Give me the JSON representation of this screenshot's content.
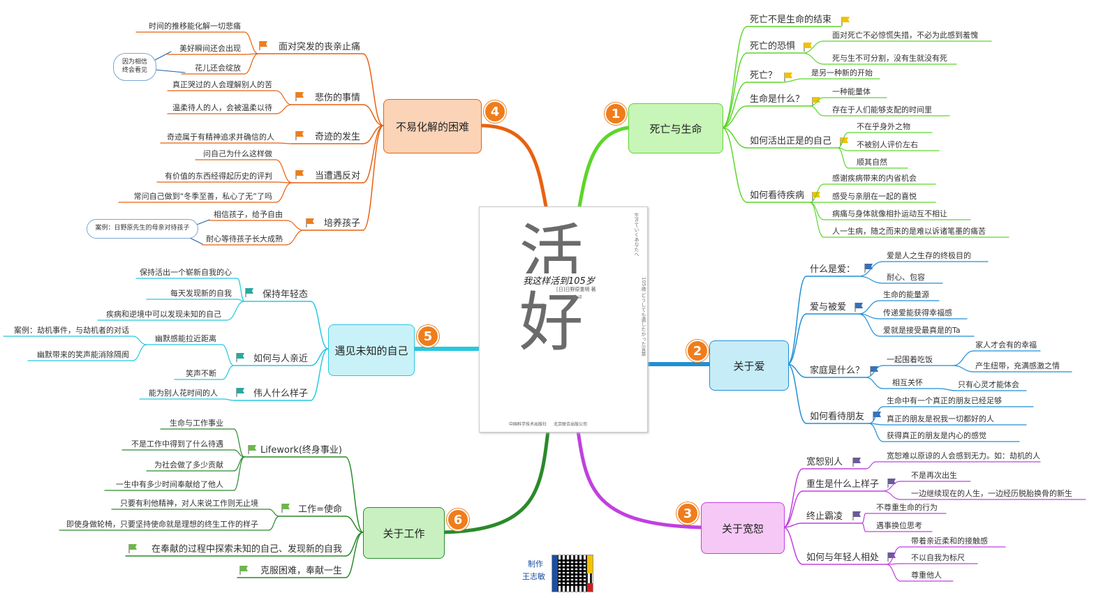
{
  "book": {
    "big_title": "活好",
    "subtitle": "我这样活到105岁",
    "author": "[日]日野原重明 著",
    "translator": "孙 燕 译",
    "vertical_left": "生きていくあなたへ",
    "vertical_right": "105歳 どうしても遺したかった言葉",
    "publisher_left": "中国科学技术出版社",
    "publisher_right": "北京联合出版公司"
  },
  "credit": {
    "line1": "制作",
    "line2": "王志敏"
  },
  "colors": {
    "b1": "#5cd62b",
    "b2": "#1f8fd6",
    "b3": "#c040e0",
    "b4": "#e8610f",
    "b5": "#27c8e0",
    "b6": "#2a8a2a",
    "badge": "#ef7d1c"
  },
  "branches": {
    "b1": {
      "num": "1",
      "title": "死亡与生命",
      "topics": [
        {
          "label": "死亡不是生命的结束",
          "children": []
        },
        {
          "label": "死亡的恐惧",
          "children": [
            "面对死亡不必惊慌失措，不必为此感到羞愧",
            "死与生不可分割，没有生就没有死"
          ]
        },
        {
          "label": "死亡？",
          "children": [
            "是另一种新的开始"
          ]
        },
        {
          "label": "生命是什么？",
          "children": [
            "一种能量体",
            "存在于人们能够支配的时间里"
          ]
        },
        {
          "label": "如何活出正是的自己",
          "children": [
            "不在乎身外之物",
            "不被别人评价左右",
            "顺其自然"
          ]
        },
        {
          "label": "如何看待疾病",
          "children": [
            "感谢疾病带来的内省机会",
            "感受与亲朋在一起的喜悦",
            "病痛与身体就像相扑运动互不相让",
            "人一生病，随之而来的是难以诉诸笔墨的痛苦"
          ]
        }
      ]
    },
    "b2": {
      "num": "2",
      "title": "关于爱",
      "topics": [
        {
          "label": "什么是爱：",
          "children": [
            "爱是人之生存的终极目的",
            "耐心、包容"
          ]
        },
        {
          "label": "爱与被爱",
          "children": [
            "生命的能量源",
            "传递爱能获得幸福感",
            "爱就是接受最真是的Ta"
          ]
        },
        {
          "label": "家庭是什么？",
          "children": [
            "一起围着吃饭",
            "相互关怀"
          ],
          "grandchildren": [
            "家人才会有的幸福",
            "产生纽带，充满感激之情",
            "只有心灵才能体会"
          ]
        },
        {
          "label": "如何看待朋友",
          "children": [
            "生命中有一个真正的朋友已经足够",
            "真正的朋友是祝我一切都好的人",
            "获得真正的朋友是内心的感觉"
          ]
        }
      ]
    },
    "b3": {
      "num": "3",
      "title": "关于宽恕",
      "topics": [
        {
          "label": "宽恕别人",
          "children": [
            "宽恕难以原谅的人会感到无力。如：劫机的人"
          ]
        },
        {
          "label": "重生是什么上样子",
          "children": [
            "不是再次出生",
            "一边继续现在的人生，一边经历脱胎换骨的新生"
          ]
        },
        {
          "label": "终止霸凌",
          "children": [
            "不尊重生命的行为",
            "遇事换位思考"
          ]
        },
        {
          "label": "如何与年轻人相处",
          "children": [
            "带着亲近柔和的接触感",
            "不以自我为标尺",
            "尊重他人"
          ]
        }
      ]
    },
    "b4": {
      "num": "4",
      "title": "不易化解的困难",
      "topics": [
        {
          "label": "面对突发的丧亲止痛",
          "children": [
            "时间的推移能化解一切悲痛",
            "美好瞬间还会出现",
            "花儿还会绽放"
          ]
        },
        {
          "label": "悲伤的事情",
          "children": [
            "真正哭过的人会理解别人的苦",
            "温柔待人的人，会被温柔以待"
          ]
        },
        {
          "label": "奇迹的发生",
          "children": [
            "奇迹属于有精神追求并确信的人"
          ]
        },
        {
          "label": "当遭遇反对",
          "children": [
            "问自己为什么这样做",
            "有价值的东西经得起历史的评判",
            "常问自己做到“冬季至善，私心了无”了吗"
          ]
        },
        {
          "label": "培养孩子",
          "children": [
            "相信孩子，给予自由",
            "耐心等待孩子长大成熟"
          ]
        }
      ],
      "note1": "因为相信\n终会看见",
      "note2": "案例：日野原先生的母亲对待孩子"
    },
    "b5": {
      "num": "5",
      "title": "遇见未知的自己",
      "topics": [
        {
          "label": "保持年轻态",
          "children": [
            "保持活出一个崭新自我的心",
            "每天发现新的自我",
            "疾病和逆境中可以发现未知的自己"
          ]
        },
        {
          "label": "如何与人亲近",
          "children": [
            "幽默感能拉近距离",
            "笑声不断"
          ],
          "grandchildren": [
            "案例：劫机事件，与劫机者的对话",
            "幽默带来的笑声能消除隔阂"
          ]
        },
        {
          "label": "伟人什么样子",
          "children": [
            "能为别人花时间的人"
          ]
        }
      ]
    },
    "b6": {
      "num": "6",
      "title": "关于工作",
      "topics": [
        {
          "label": "Lifework(终身事业)",
          "children": [
            "生命与工作事业",
            "不是工作中得到了什么待遇",
            "为社会做了多少贡献",
            "一生中有多少时间奉献给了他人"
          ]
        },
        {
          "label": "工作=使命",
          "children": [
            "只要有利他精神，对人来说工作则无止境",
            "即使身做轮椅，只要坚持使命就是理想的终生工作的样子"
          ]
        },
        {
          "label": "在奉献的过程中探索未知的自己、发现新的自我",
          "children": []
        },
        {
          "label": "克服困难，奉献一生",
          "children": []
        }
      ]
    }
  }
}
